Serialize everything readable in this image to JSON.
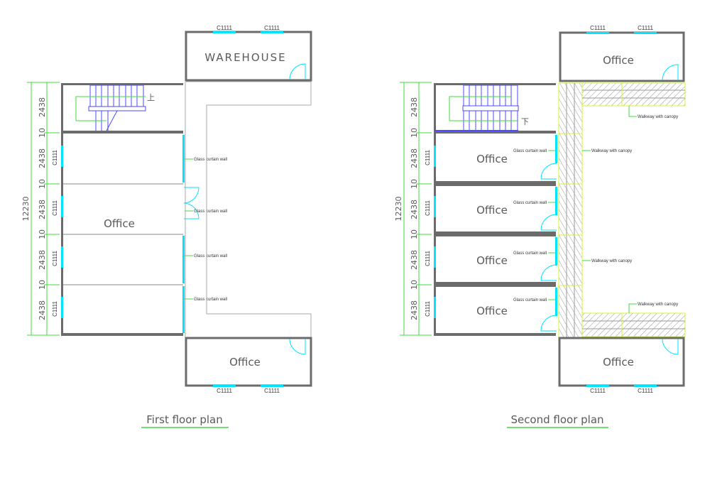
{
  "colors": {
    "wall": "#6b6b6b",
    "wall_light": "#9a9a9a",
    "glass": "#00e5ff",
    "dimension": "#3ddc3d",
    "stair": "#4b4bff",
    "walkway_outline": "#d8f03a",
    "hatch": "#9a9a9a",
    "text": "#5a5a5a"
  },
  "first_floor": {
    "title": "First floor plan",
    "dimensions": {
      "total": "12230",
      "segments": [
        "2438",
        "10",
        "2438",
        "10",
        "2438",
        "10",
        "2438",
        "10",
        "2438"
      ]
    },
    "stair_label": "上",
    "rooms": {
      "top": "WAREHOUSE",
      "left_stack": "Office",
      "bottom": "Office"
    },
    "window_tags": {
      "top": [
        "C1111",
        "C1111"
      ],
      "bottom": [
        "C1111",
        "C1111"
      ],
      "left": [
        "C1111",
        "C1111",
        "C1111",
        "C1111"
      ]
    },
    "callouts": [
      "Glass curtain wall",
      "Glass curtain wall",
      "Glass curtain wall",
      "Glass curtain wall"
    ]
  },
  "second_floor": {
    "title": "Second floor plan",
    "dimensions": {
      "total": "12230",
      "segments": [
        "2438",
        "10",
        "2438",
        "10",
        "2438",
        "10",
        "2438",
        "10",
        "2438"
      ]
    },
    "stair_label": "下",
    "rooms": {
      "top": "Office",
      "left_stack": [
        "Office",
        "Office",
        "Office",
        "Office"
      ],
      "bottom": "Office"
    },
    "window_tags": {
      "top": [
        "C1111",
        "C1111"
      ],
      "bottom": [
        "C1111",
        "C1111"
      ],
      "left": [
        "C1111",
        "C1111",
        "C1111",
        "C1111"
      ]
    },
    "callouts": [
      "Glass curtain wall",
      "Glass curtain wall",
      "Glass curtain wall",
      "Glass curtain wall"
    ],
    "walkway_callouts": [
      "Walkway with canopy",
      "Walkway with canopy",
      "Walkway with canopy",
      "Walkway with canopy"
    ]
  }
}
